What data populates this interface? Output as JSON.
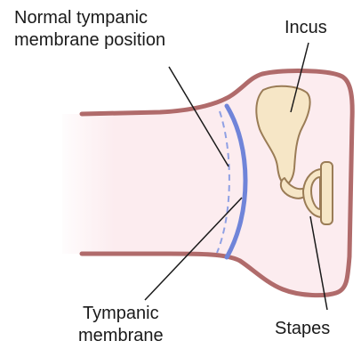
{
  "labels": {
    "normal_position_line1": "Normal tympanic",
    "normal_position_line2": "membrane position",
    "incus": "Incus",
    "tympanic_line1": "Tympanic",
    "tympanic_line2": "membrane",
    "stapes": "Stapes"
  },
  "colors": {
    "canal_fill": "#fcecef",
    "canal_outline": "#b06b6b",
    "membrane": "#6f84d9",
    "bone_fill": "#f6e6c6",
    "bone_outline": "#9a7c56",
    "leader_line": "#1a1a1a"
  }
}
